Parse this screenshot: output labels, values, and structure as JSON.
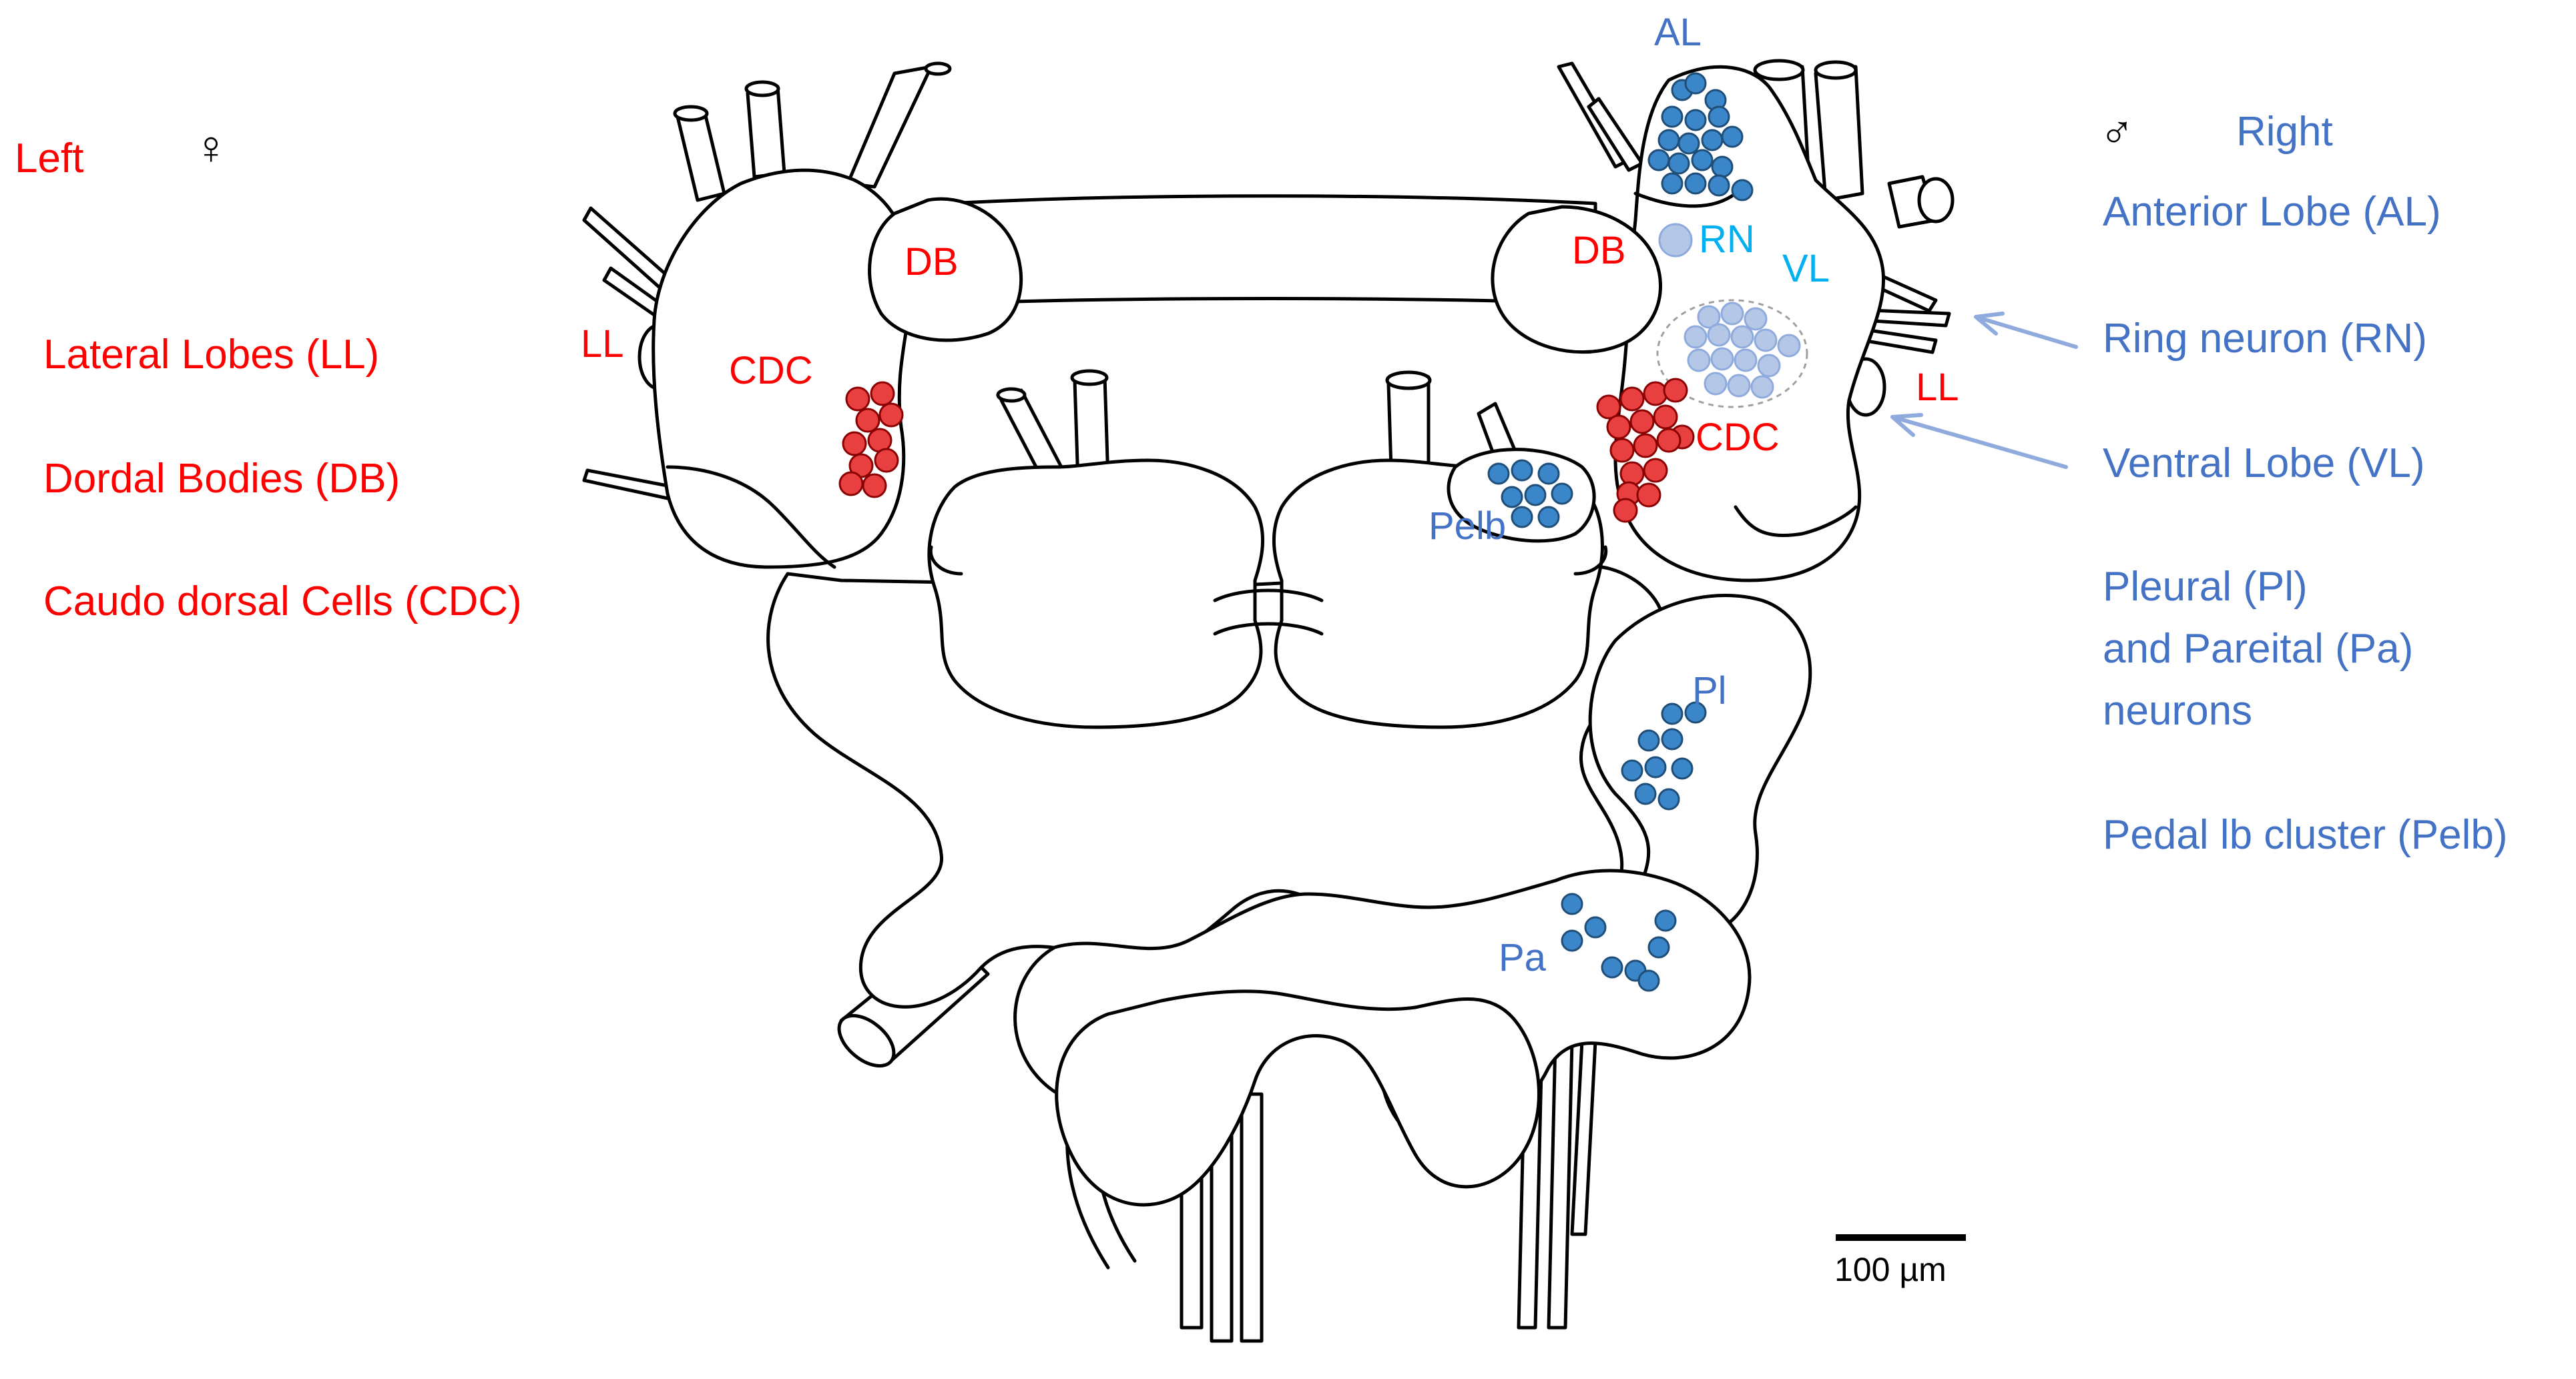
{
  "colors": {
    "red": "#ff0000",
    "blue": "#4472c4",
    "cyan": "#00b0f0",
    "cell_red": "#e84040",
    "cell_blue": "#3a86c8",
    "cell_light": "#b4c7e7",
    "arrow": "#8faadc"
  },
  "left_side": {
    "title": "Left",
    "symbol": "♀",
    "legend": [
      "Lateral Lobes (LL)",
      "Dordal Bodies (DB)",
      "Caudo dorsal Cells (CDC)"
    ]
  },
  "right_side": {
    "symbol": "♂",
    "title": "Right",
    "legend": {
      "al": "Anterior Lobe (AL)",
      "rn": "Ring neuron (RN)",
      "vl": "Ventral Lobe (VL)",
      "plpa_1": "Pleural (Pl)",
      "plpa_2": "and Pareital (Pa)",
      "plpa_3": "neurons",
      "pelb": "Pedal lb cluster (Pelb)"
    }
  },
  "diagram_labels": {
    "al": "AL",
    "db_left": "DB",
    "db_right": "DB",
    "ll_left": "LL",
    "ll_right": "LL",
    "cdc_left": "CDC",
    "cdc_right": "CDC",
    "rn": "RN",
    "vl": "VL",
    "pelb": "Pelb",
    "pl": "Pl",
    "pa": "Pa"
  },
  "scale_bar": {
    "label": "100 µm"
  }
}
